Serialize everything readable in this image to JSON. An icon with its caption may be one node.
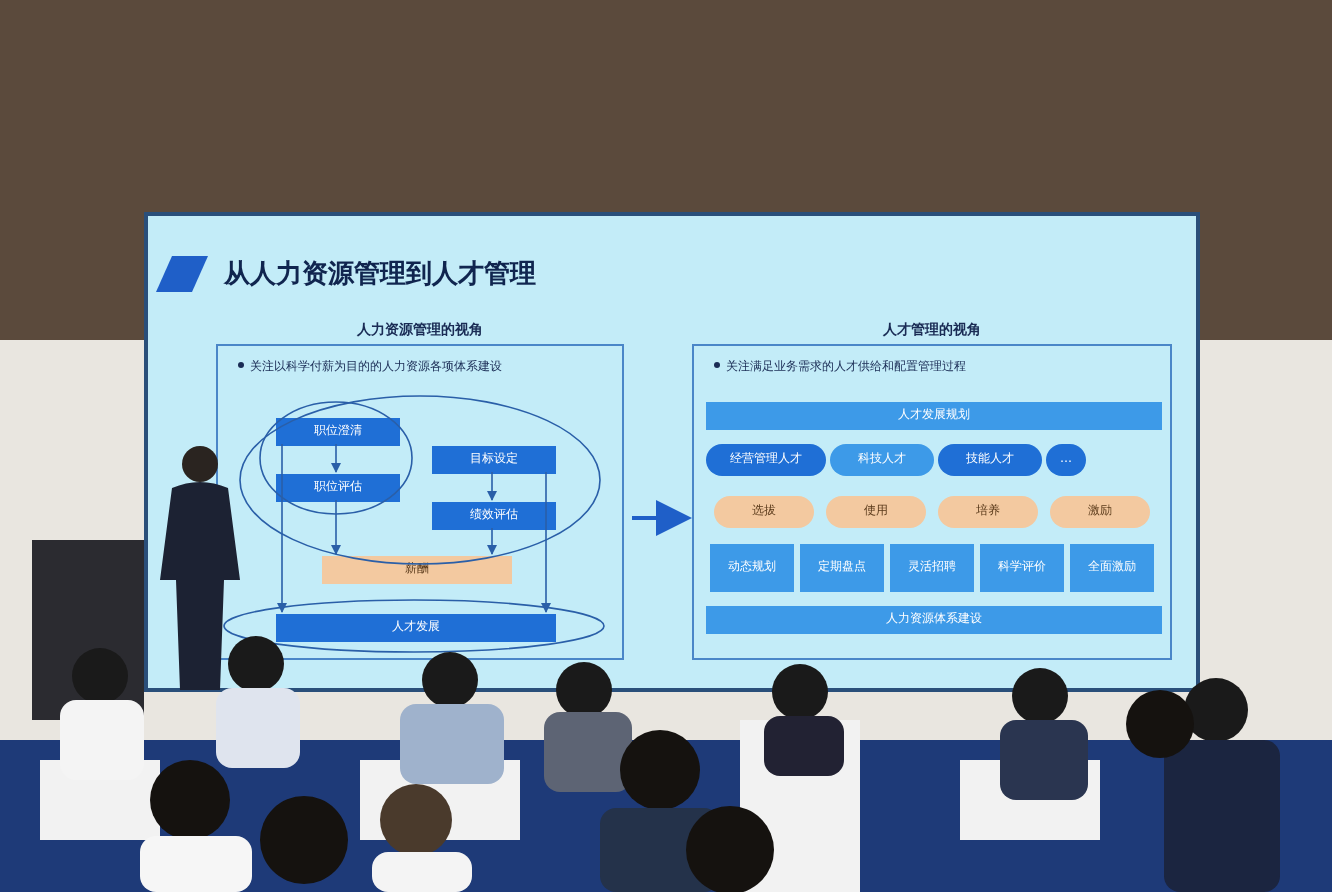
{
  "diagram": {
    "title": "从人力资源管理到人才管理",
    "nodes": [
      {
        "text": [
          "人力资源管理的视角",
          "关注以科学付薪为目的的人力资源各项体系建设"
        ]
      },
      {
        "text": [
          "职位澄清"
        ],
        "in": 0
      },
      {
        "text": [
          "职位评估"
        ],
        "in": 0
      },
      {
        "text": [
          "目标设定"
        ],
        "in": 0
      },
      {
        "text": [
          "绩效评估"
        ],
        "in": 0
      },
      {
        "text": [
          "薪酬"
        ],
        "in": 0
      },
      {
        "text": [
          "人才发展"
        ],
        "in": 0
      },
      {
        "text": [
          "人才管理的视角",
          "关注满足业务需求的人才供给和配置管理过程"
        ]
      },
      {
        "text": [
          "人才发展规划"
        ],
        "in": 7
      },
      {
        "text": [
          "经营管理人才"
        ],
        "in": 7
      },
      {
        "text": [
          "科技人才"
        ],
        "in": 7
      },
      {
        "text": [
          "技能人才"
        ],
        "in": 7
      },
      {
        "text": [
          "…"
        ],
        "in": 7
      },
      {
        "text": [
          "选拔"
        ],
        "in": 7
      },
      {
        "text": [
          "使用"
        ],
        "in": 7
      },
      {
        "text": [
          "培养"
        ],
        "in": 7
      },
      {
        "text": [
          "激励"
        ],
        "in": 7
      },
      {
        "text": [
          "动态规划"
        ],
        "in": 7
      },
      {
        "text": [
          "定期盘点"
        ],
        "in": 7
      },
      {
        "text": [
          "灵活招聘"
        ],
        "in": 7
      },
      {
        "text": [
          "科学评价"
        ],
        "in": 7
      },
      {
        "text": [
          "全面激励"
        ],
        "in": 7
      },
      {
        "text": [
          "人力资源体系建设"
        ],
        "in": 7
      }
    ],
    "edges": [
      {
        "from": 1,
        "to": 2,
        "arrow": "to"
      },
      {
        "from": 3,
        "to": 4,
        "arrow": "to"
      },
      {
        "from": 2,
        "to": 5,
        "arrow": "to"
      },
      {
        "from": 4,
        "to": 5,
        "arrow": "to"
      },
      {
        "from": 1,
        "to": 6,
        "arrow": "to"
      },
      {
        "from": 3,
        "to": 6,
        "arrow": "to"
      },
      {
        "from": 0,
        "to": 7,
        "arrow": "to"
      }
    ]
  }
}
